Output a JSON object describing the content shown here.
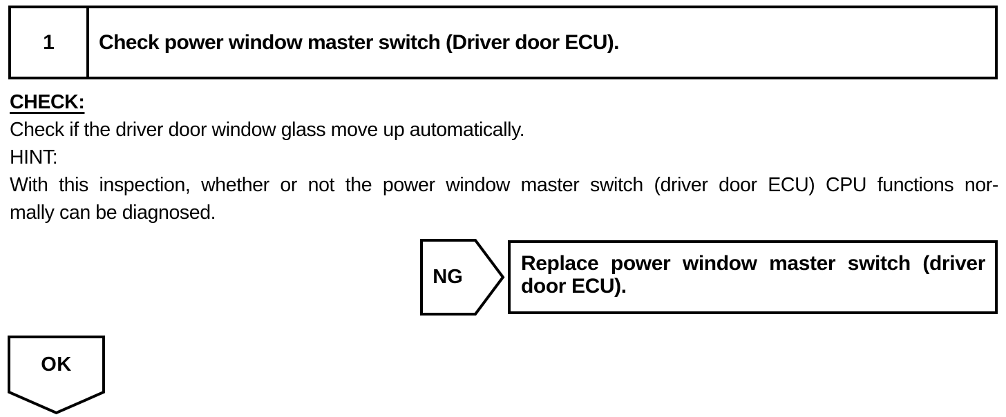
{
  "step": {
    "number": "1",
    "title": "Check power window master switch (Driver door ECU)."
  },
  "body": {
    "check_label": "CHECK:",
    "check_text": "Check if the driver door window glass move up automatically.",
    "hint_label": "HINT:",
    "hint_line1": "With this inspection, whether or not the power window master switch (driver door ECU) CPU functions nor-",
    "hint_line2": "mally can be diagnosed."
  },
  "ng": {
    "label": "NG",
    "action_line1": "Replace power window master switch (driver",
    "action_line2": "door ECU)."
  },
  "ok": {
    "label": "OK"
  },
  "colors": {
    "foreground": "#000000",
    "background": "#ffffff"
  }
}
